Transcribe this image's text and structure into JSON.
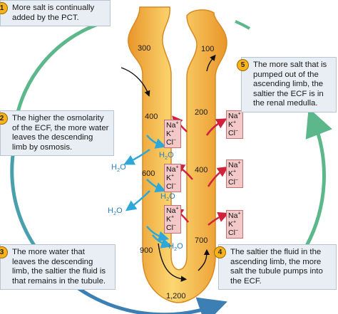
{
  "callouts": [
    {
      "number": "1",
      "text": "More salt is continually added by the PCT."
    },
    {
      "number": "2",
      "text": "The higher the osmolarity of the ECF, the more water leaves the descending limb by osmosis."
    },
    {
      "number": "3",
      "text": "The more water that leaves the descending limb, the saltier the fluid is that remains in the tubule."
    },
    {
      "number": "4",
      "text": "The saltier the fluid in the ascending limb, the more salt the tubule pumps into the ECF."
    },
    {
      "number": "5",
      "text": "The more salt that is pumped out of the ascending limb, the saltier the ECF is in the renal medulla."
    }
  ],
  "osmolarity": {
    "descending": [
      "300",
      "400",
      "600",
      "900"
    ],
    "bottom": "1,200",
    "ascending": [
      "100",
      "200",
      "400",
      "700"
    ]
  },
  "ions": {
    "sodium": "Na",
    "sodium_charge": "+",
    "potassium": "K",
    "potassium_charge": "+",
    "chloride": "Cl",
    "chloride_charge": "−"
  },
  "water": {
    "h": "H",
    "sub": "2",
    "o": "O"
  },
  "colors": {
    "tubule": "#f5b43a",
    "cycle_arrow_green": "#5cb88a",
    "cycle_arrow_blue": "#3c7fb4",
    "water_arrow": "#2ea7d9",
    "salt_arrow": "#d0233b",
    "callout_number": "#f7b21c"
  }
}
